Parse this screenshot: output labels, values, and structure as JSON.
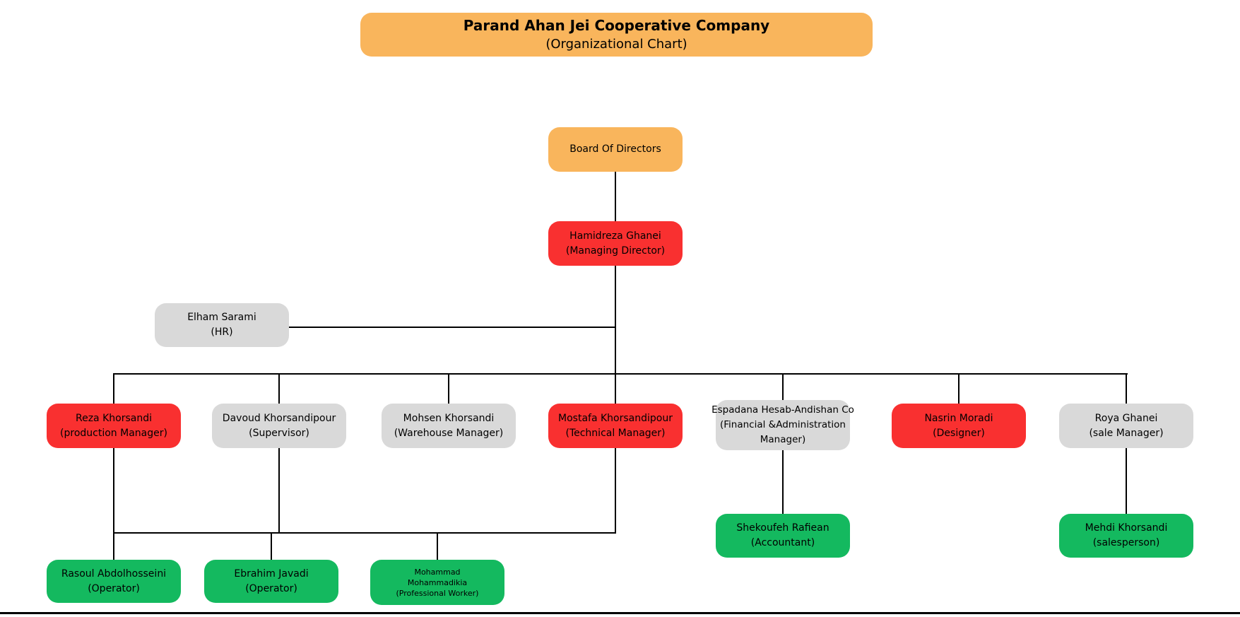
{
  "banner": {
    "title": "Parand Ahan Jei Cooperative Company",
    "subtitle": "(Organizational Chart)"
  },
  "colors": {
    "orange": "#F9B55C",
    "red": "#F93030",
    "gray": "#D9D9D9",
    "green": "#14B95F",
    "connector": "#000000",
    "background": "#FFFFFF"
  },
  "org": {
    "board": {
      "color": "#F9B55C",
      "lines": [
        "Board Of Directors"
      ]
    },
    "managing_director": {
      "color": "#F93030",
      "lines": [
        "Hamidreza Ghanei",
        "(Managing Director)"
      ]
    },
    "hr": {
      "color": "#D9D9D9",
      "lines": [
        "Elham Sarami",
        "(HR)"
      ]
    },
    "production_manager": {
      "color": "#F93030",
      "lines": [
        "Reza Khorsandi",
        "(production Manager)"
      ]
    },
    "supervisor": {
      "color": "#D9D9D9",
      "lines": [
        "Davoud Khorsandipour",
        "(Supervisor)"
      ]
    },
    "warehouse_manager": {
      "color": "#D9D9D9",
      "lines": [
        "Mohsen Khorsandi",
        "(Warehouse Manager)"
      ]
    },
    "technical_manager": {
      "color": "#F93030",
      "lines": [
        "Mostafa Khorsandipour",
        "(Technical Manager)"
      ]
    },
    "financial_manager": {
      "color": "#D9D9D9",
      "lines": [
        "Espadana Hesab-Andishan Co",
        "(Financial &Administration",
        "Manager)"
      ]
    },
    "designer": {
      "color": "#F93030",
      "lines": [
        "Nasrin Moradi",
        "(Designer)"
      ]
    },
    "sale_manager": {
      "color": "#D9D9D9",
      "lines": [
        "Roya Ghanei",
        "(sale Manager)"
      ]
    },
    "accountant": {
      "color": "#14B95F",
      "lines": [
        "Shekoufeh Rafiean",
        "(Accountant)"
      ]
    },
    "salesperson": {
      "color": "#14B95F",
      "lines": [
        "Mehdi Khorsandi",
        "(salesperson)"
      ]
    },
    "operator_1": {
      "color": "#14B95F",
      "lines": [
        "Rasoul Abdolhosseini",
        "(Operator)"
      ]
    },
    "operator_2": {
      "color": "#14B95F",
      "lines": [
        "Ebrahim Javadi",
        "(Operator)"
      ]
    },
    "professional_worker": {
      "color": "#14B95F",
      "lines": [
        "Mohammad",
        "Mohammadikia",
        "(Professional Worker)"
      ]
    }
  }
}
